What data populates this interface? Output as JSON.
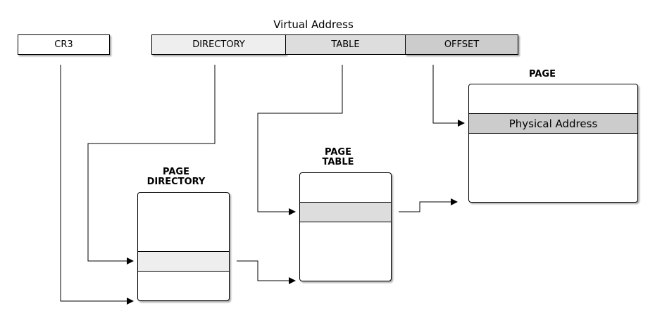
{
  "title": "Virtual Address",
  "cr3": {
    "label": "CR3"
  },
  "virtual_address_fields": [
    {
      "label": "DIRECTORY",
      "color": "#eeeeee"
    },
    {
      "label": "TABLE",
      "color": "#dddddd"
    },
    {
      "label": "OFFSET",
      "color": "#cccccc"
    }
  ],
  "page_directory": {
    "label_line1": "PAGE",
    "label_line2": "DIRECTORY",
    "entry_color": "#eeeeee"
  },
  "page_table": {
    "label_line1": "PAGE",
    "label_line2": "TABLE",
    "entry_color": "#dddddd"
  },
  "page": {
    "label": "PAGE",
    "entry_label": "Physical Address",
    "entry_color": "#cccccc"
  }
}
